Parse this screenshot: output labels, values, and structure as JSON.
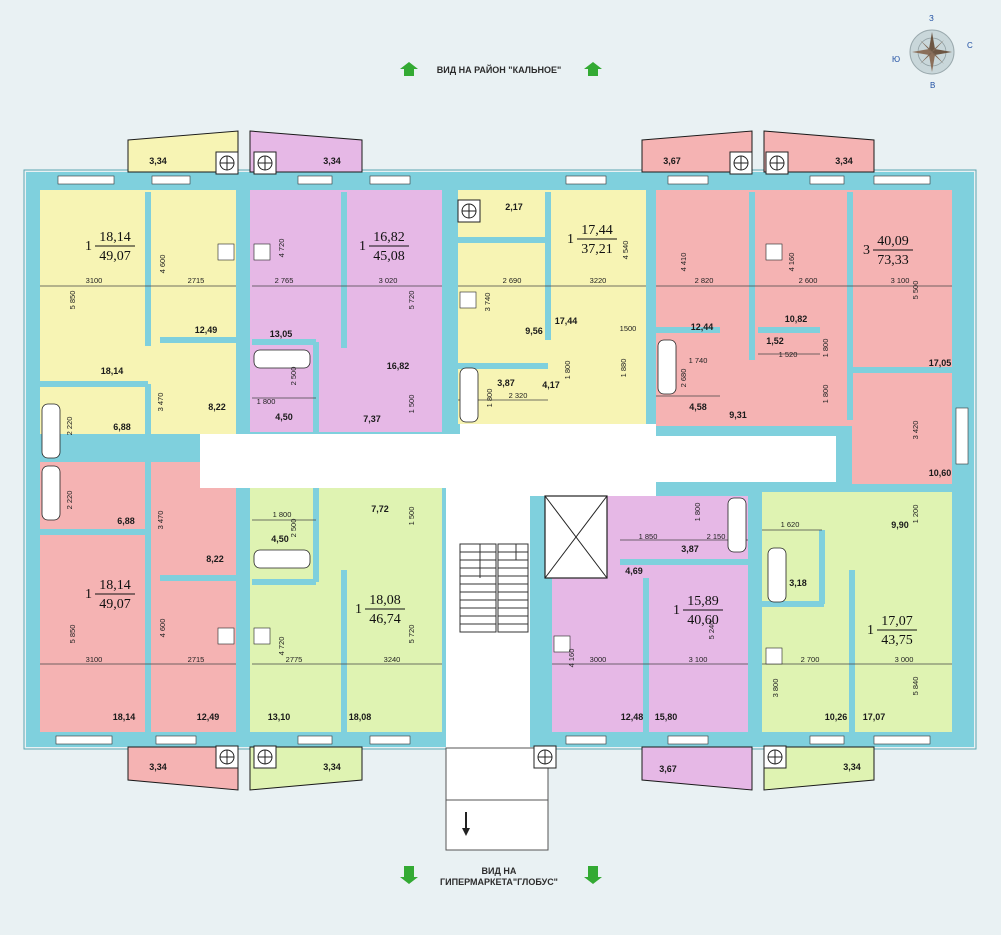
{
  "captions": {
    "top": "ВИД НА РАЙОН \"КАЛЬНОЕ\"",
    "bottom_line1": "ВИД НА",
    "bottom_line2": "ГИПЕРМАРКЕТА\"ГЛОБУС\""
  },
  "compass": {
    "n": "С",
    "s": "Ю",
    "w": "З",
    "e": "В"
  },
  "colors": {
    "yellow": "#f7f4b4",
    "pink": "#f5b3b3",
    "violet": "#e6b8e6",
    "green": "#dff3b2",
    "wall": "#7fd0dd",
    "balcony": "#d2e2e4",
    "corridor": "#ffffff",
    "arrow": "#33aa33"
  },
  "apartments": [
    {
      "id": "A1",
      "rooms": "1",
      "living": "18,14",
      "total": "49,07"
    },
    {
      "id": "A2",
      "rooms": "1",
      "living": "16,82",
      "total": "45,08"
    },
    {
      "id": "A3",
      "rooms": "1",
      "living": "17,44",
      "total": "37,21"
    },
    {
      "id": "A4",
      "rooms": "3",
      "living": "40,09",
      "total": "73,33"
    },
    {
      "id": "A5",
      "rooms": "1",
      "living": "18,14",
      "total": "49,07"
    },
    {
      "id": "A6",
      "rooms": "1",
      "living": "18,08",
      "total": "46,74"
    },
    {
      "id": "A7",
      "rooms": "1",
      "living": "15,89",
      "total": "40,60"
    },
    {
      "id": "A8",
      "rooms": "1",
      "living": "17,07",
      "total": "43,75"
    }
  ],
  "areas": {
    "a01": "3,34",
    "a02": "3,34",
    "a03": "2,17",
    "a04": "3,67",
    "a05": "3,34",
    "a06": "12,49",
    "a07": "13,05",
    "a08": "9,56",
    "a09": "17,44",
    "a10": "12,44",
    "a11": "10,82",
    "a12": "1,52",
    "a13": "18,14",
    "a14": "16,82",
    "a15": "3,87",
    "a16": "4,17",
    "a17": "17,05",
    "a18": "8,22",
    "a19": "6,88",
    "a20": "4,50",
    "a21": "7,37",
    "a22": "4,58",
    "a23": "9,31",
    "a24": "10,60",
    "a25": "7,72",
    "a26": "4,50",
    "a27": "6,88",
    "a28": "8,22",
    "a29": "3,87",
    "a30": "4,69",
    "a31": "3,18",
    "a32": "9,90",
    "a33": "18,14",
    "a34": "12,49",
    "a35": "13,10",
    "a36": "18,08",
    "a37": "12,48",
    "a38": "15,80",
    "a39": "10,26",
    "a40": "17,07",
    "a41": "3,34",
    "a42": "3,34",
    "a43": "3,67",
    "a44": "3,34"
  },
  "dims": {
    "d01": "3100",
    "d02": "2715",
    "d03": "2 765",
    "d04": "3 020",
    "d05": "2 690",
    "d06": "3220",
    "d07": "2 820",
    "d08": "2 600",
    "d09": "3 100",
    "d10": "5 850",
    "d11": "4 600",
    "d12": "4 720",
    "d13": "5 720",
    "d14": "3 740",
    "d15": "4 540",
    "d16": "4 410",
    "d17": "4 160",
    "d18": "5 500",
    "d19": "1500",
    "d20": "1 740",
    "d21": "1 520",
    "d22": "1 800",
    "d23": "2 320",
    "d24": "1 800",
    "d25": "1 880",
    "d26": "3 470",
    "d27": "2 220",
    "d28": "2 500",
    "d29": "1 500",
    "d30": "3 420",
    "d31": "1 800",
    "d32": "1 800",
    "d33": "2 680",
    "d34": "1 800",
    "d35": "1 800",
    "d36": "2 500",
    "d37": "1 500",
    "d38": "1 850",
    "d39": "2 150",
    "d40": "1 620",
    "d41": "1 200",
    "d42": "2 220",
    "d43": "3 470",
    "d44": "3100",
    "d45": "2715",
    "d46": "2775",
    "d47": "3240",
    "d48": "3000",
    "d49": "3 100",
    "d50": "2 700",
    "d51": "3 000",
    "d52": "5 850",
    "d53": "4 600",
    "d54": "4 720",
    "d55": "5 720",
    "d56": "4 160",
    "d57": "5 240",
    "d58": "3 800",
    "d59": "5 840",
    "d60": "1 800"
  }
}
